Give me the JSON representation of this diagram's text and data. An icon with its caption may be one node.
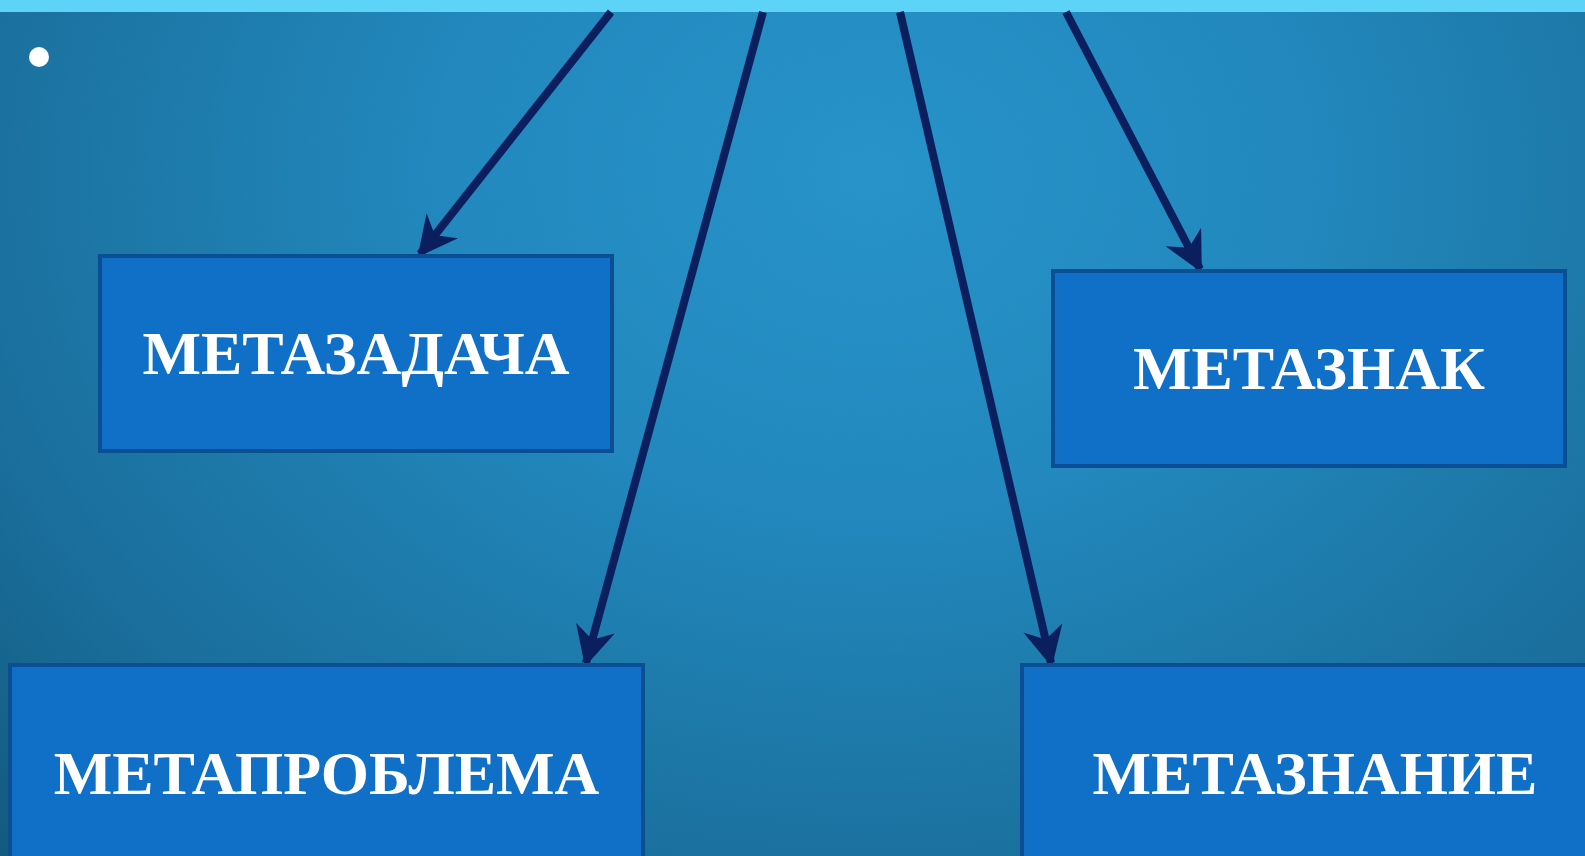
{
  "diagram": {
    "nodes": [
      {
        "text": [
          "МЕТАЗАДАЧА"
        ]
      },
      {
        "text": [
          "МЕТАЗНАК"
        ]
      },
      {
        "text": [
          "МЕТАПРОБЛЕМА"
        ]
      },
      {
        "text": [
          "МЕТАЗНАНИЕ"
        ]
      }
    ],
    "edges": [
      {
        "from": null,
        "to": 0,
        "arrow": "to"
      },
      {
        "from": null,
        "to": 2,
        "arrow": "to"
      },
      {
        "from": null,
        "to": 3,
        "arrow": "to"
      },
      {
        "from": null,
        "to": 1,
        "arrow": "to"
      }
    ]
  }
}
